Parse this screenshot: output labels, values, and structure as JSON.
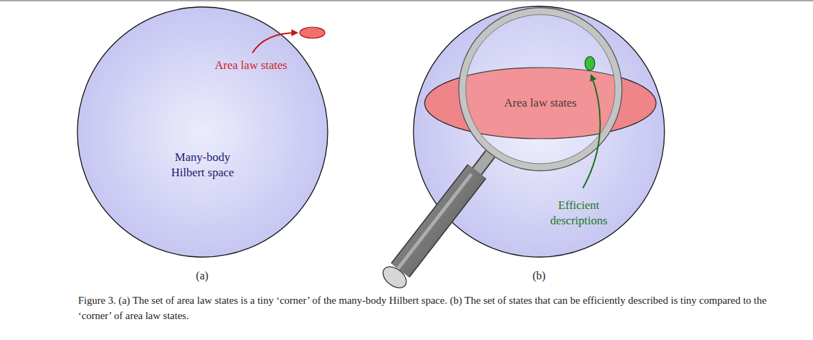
{
  "diagram": {
    "caption": "Figure 3. (a) The set of area law states is a tiny ‘corner’ of the many-body Hilbert space. (b) The set of states that can be efficiently described is tiny compared to the ‘corner’ of area law states.",
    "nodes": [
      {
        "text": [
          "Many-body Hilbert space"
        ]
      },
      {
        "text": [
          "Area law states"
        ]
      }
    ],
    "labels": [
      "Area law states",
      "Efficient descriptions",
      "(a)",
      "(b)"
    ]
  }
}
